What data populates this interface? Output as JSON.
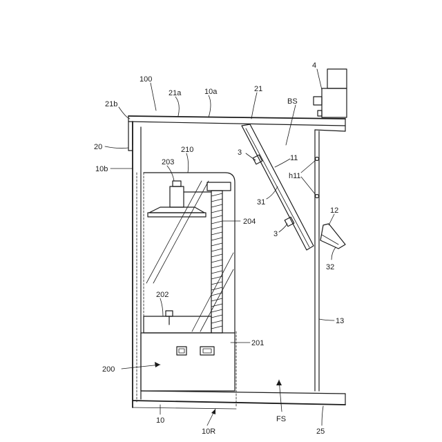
{
  "labels": {
    "l100": "100",
    "l4": "4",
    "l21b": "21b",
    "l21a": "21a",
    "l10a": "10a",
    "l21": "21",
    "lBS": "BS",
    "l20": "20",
    "l210": "210",
    "l3a": "3",
    "l11": "11",
    "l10b": "10b",
    "l203": "203",
    "lh11": "h11",
    "l31": "31",
    "l12": "12",
    "l204": "204",
    "l3b": "3",
    "l32": "32",
    "l202": "202",
    "l13": "13",
    "l201": "201",
    "l200": "200",
    "lFS": "FS",
    "l10": "10",
    "l10R": "10R",
    "l25": "25"
  }
}
